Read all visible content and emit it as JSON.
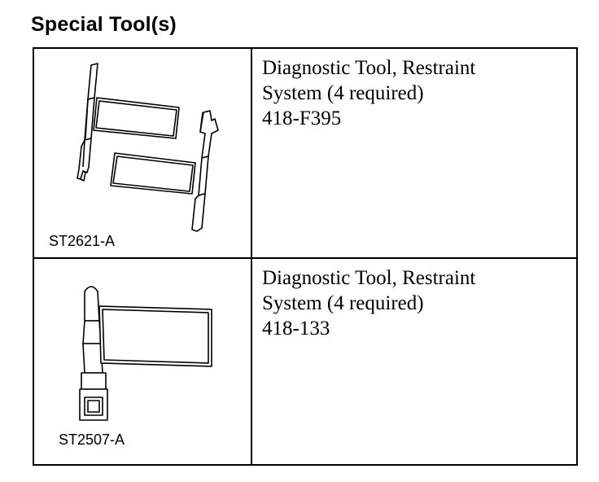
{
  "title": "Special Tool(s)",
  "rows": [
    {
      "illustration_code": "ST2621-A",
      "icon": "connector-adapter-pair-icon",
      "description_line1": "Diagnostic Tool, Restraint",
      "description_line2": "System (4 required)",
      "tool_number": "418-F395"
    },
    {
      "illustration_code": "ST2507-A",
      "icon": "connector-adapter-single-icon",
      "description_line1": "Diagnostic Tool, Restraint",
      "description_line2": "System (4 required)",
      "tool_number": "418-133"
    }
  ]
}
